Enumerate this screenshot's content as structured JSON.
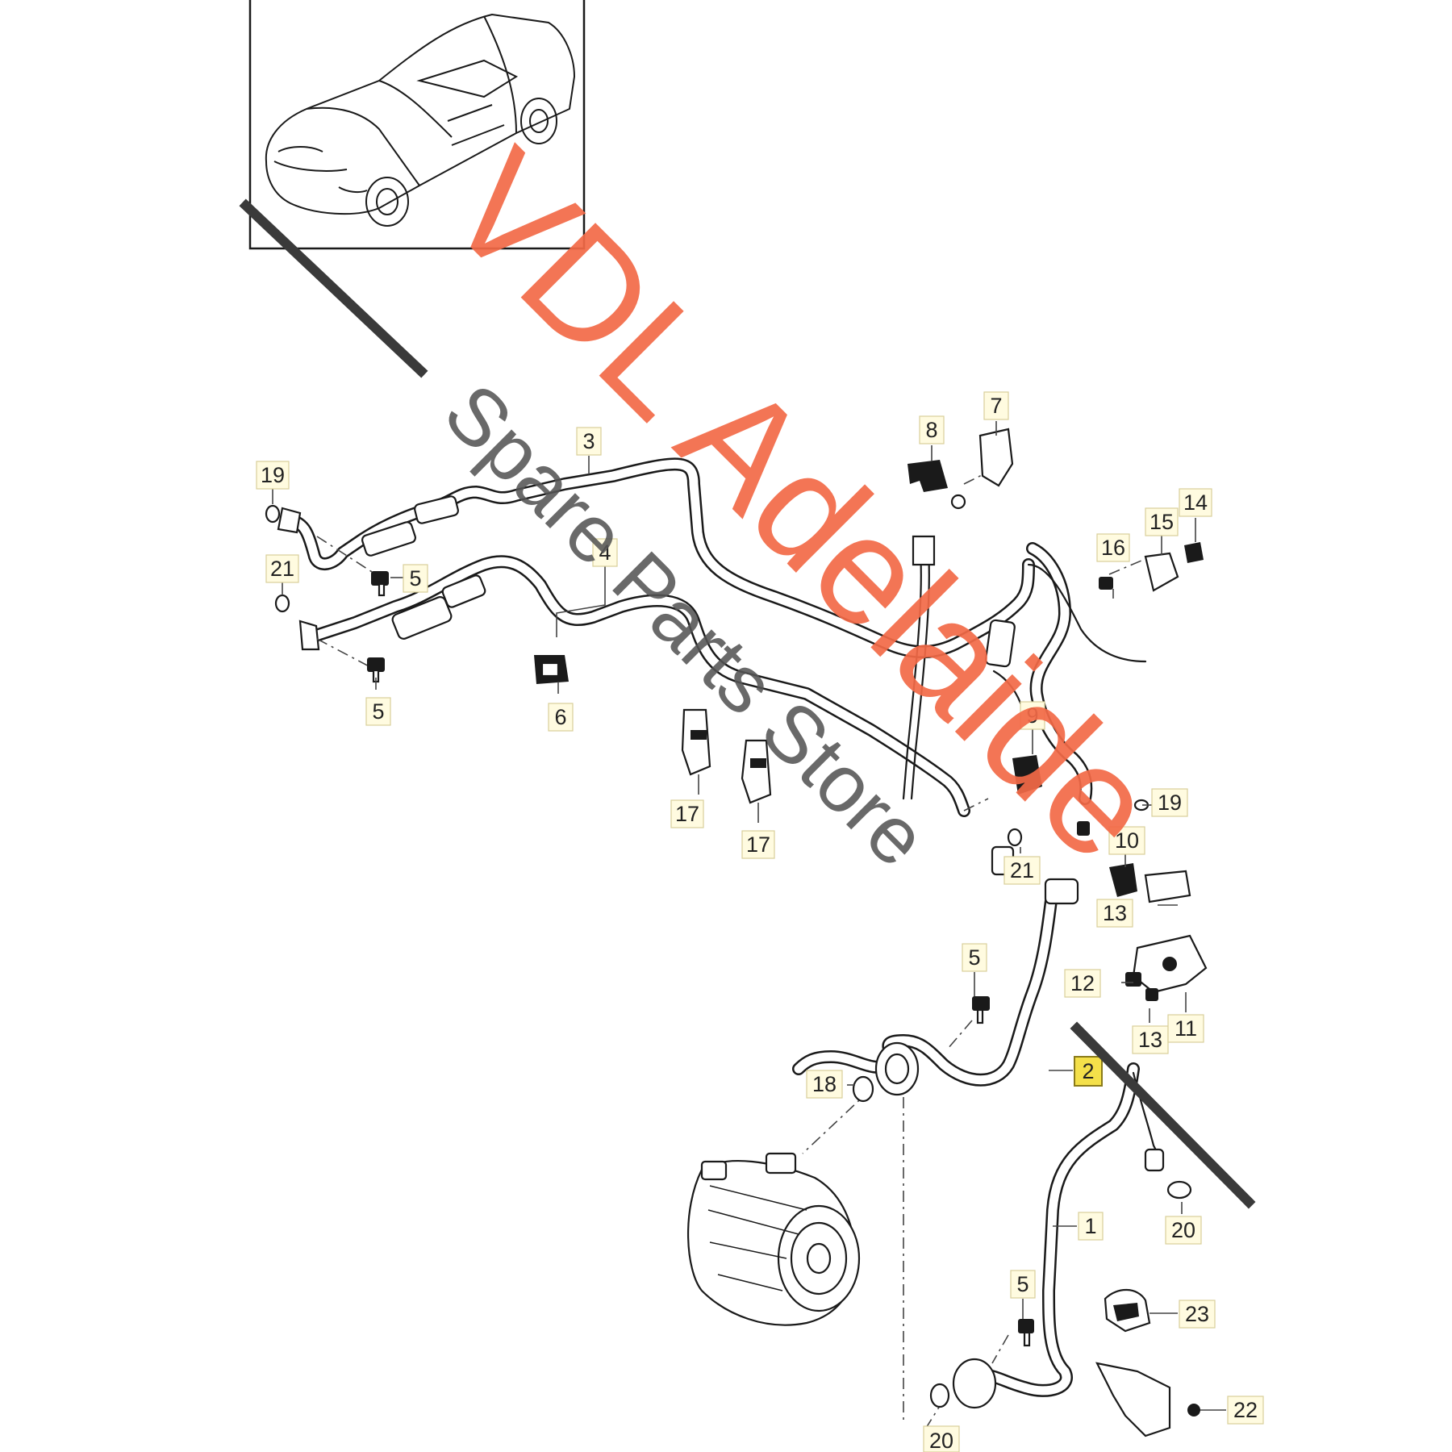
{
  "watermark": {
    "brand_line": "VDL Adelaide",
    "sub_line": "Spare Parts Store"
  },
  "callouts": {
    "c1": "1",
    "c2": "2",
    "c3": "3",
    "c4": "4",
    "c5a": "5",
    "c5b": "5",
    "c5c": "5",
    "c5d": "5",
    "c6": "6",
    "c7": "7",
    "c8": "8",
    "c9": "9",
    "c10": "10",
    "c11": "11",
    "c12": "12",
    "c13a": "13",
    "c13b": "13",
    "c14": "14",
    "c15": "15",
    "c16": "16",
    "c17a": "17",
    "c17b": "17",
    "c18": "18",
    "c19a": "19",
    "c19b": "19",
    "c20a": "20",
    "c20b": "20",
    "c21a": "21",
    "c21b": "21",
    "c22": "22",
    "c23": "23"
  },
  "highlighted_callout": "2",
  "colors": {
    "watermark_red": "#f36a47",
    "watermark_grey": "#555555",
    "highlight": "#f4e04a",
    "label_bg": "#fffbe0"
  }
}
